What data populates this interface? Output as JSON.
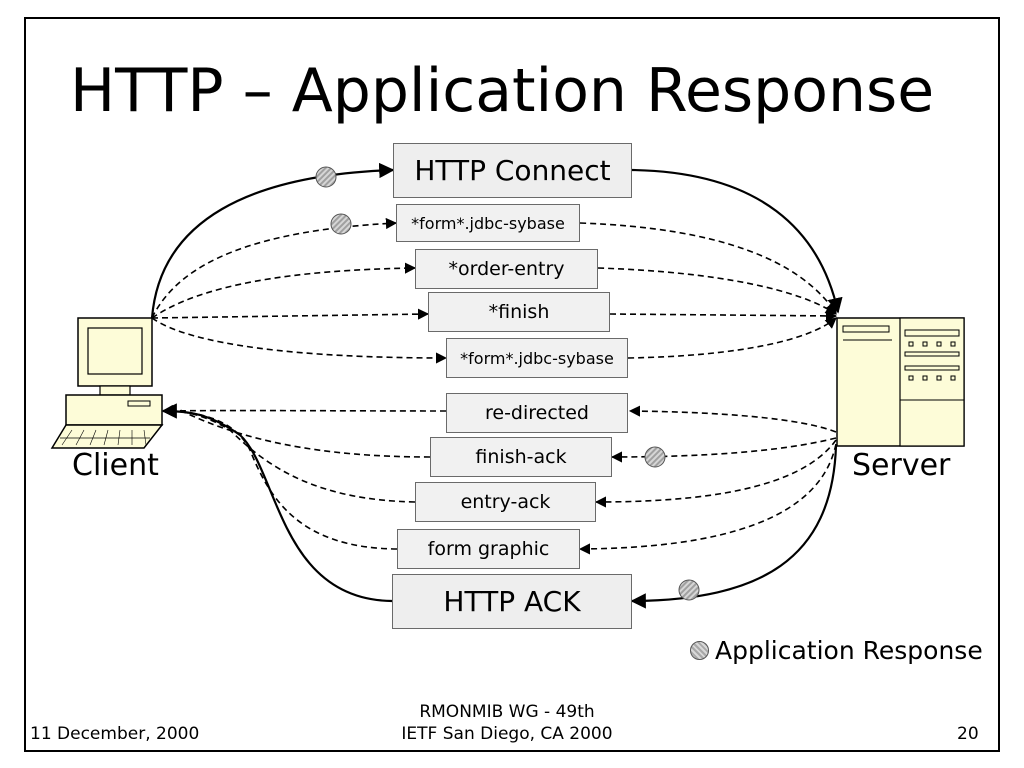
{
  "title": "HTTP – Application Response",
  "client_label": "Client",
  "server_label": "Server",
  "requests": [
    {
      "label": "HTTP Connect"
    },
    {
      "label": "*form*.jdbc-sybase"
    },
    {
      "label": "*order-entry"
    },
    {
      "label": "*finish"
    },
    {
      "label": "*form*.jdbc-sybase"
    }
  ],
  "responses": [
    {
      "label": "re-directed"
    },
    {
      "label": "finish-ack"
    },
    {
      "label": "entry-ack"
    },
    {
      "label": "form graphic"
    },
    {
      "label": "HTTP ACK"
    }
  ],
  "legend": {
    "label": "Application Response",
    "icon": "hatched-circle-icon"
  },
  "footer": {
    "date": "11 December, 2000",
    "center_line1": "RMONMIB WG - 49th",
    "center_line2": "IETF San Diego, CA 2000",
    "page": "20"
  }
}
